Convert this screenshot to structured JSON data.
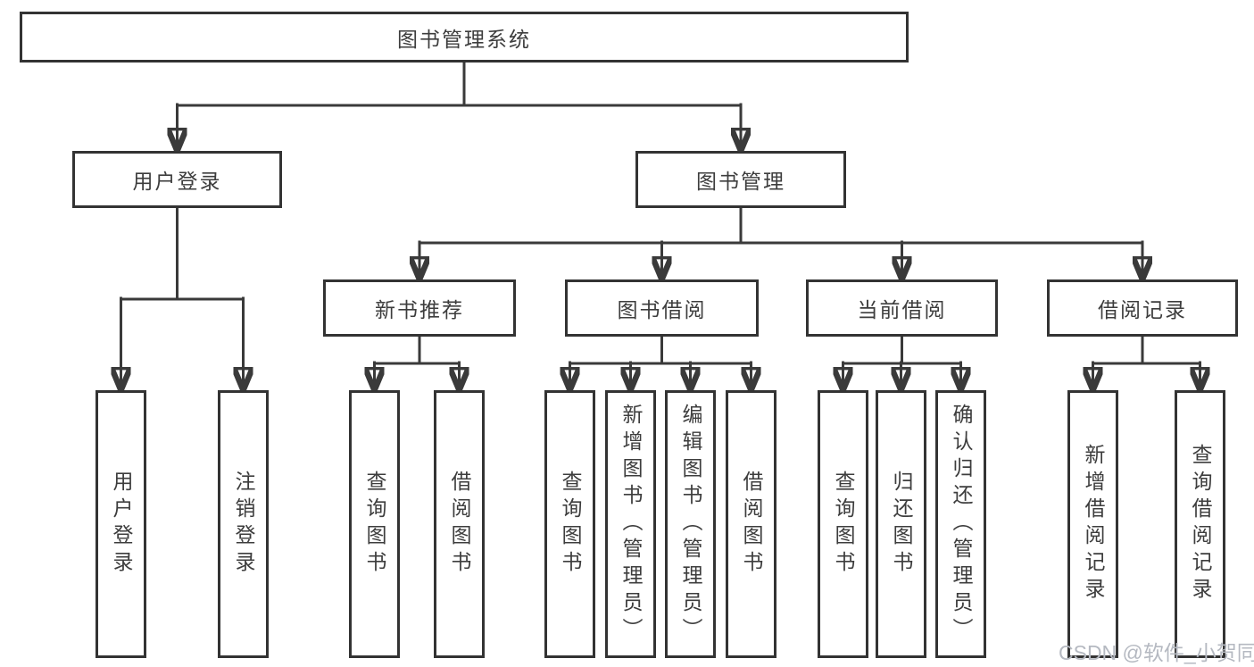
{
  "diagram": {
    "root": {
      "label": "图书管理系统"
    },
    "branches": [
      {
        "label": "用户登录",
        "children": [
          {
            "label": "用户登录"
          },
          {
            "label": "注销登录"
          }
        ]
      },
      {
        "label": "图书管理",
        "children": [
          {
            "label": "新书推荐",
            "children": [
              {
                "label": "查询图书"
              },
              {
                "label": "借阅图书"
              }
            ]
          },
          {
            "label": "图书借阅",
            "children": [
              {
                "label": "查询图书"
              },
              {
                "label": "新增图书（管理员）"
              },
              {
                "label": "编辑图书（管理员）"
              },
              {
                "label": "借阅图书"
              }
            ]
          },
          {
            "label": "当前借阅",
            "children": [
              {
                "label": "查询图书"
              },
              {
                "label": "归还图书"
              },
              {
                "label": "确认归还（管理员）"
              }
            ]
          },
          {
            "label": "借阅记录",
            "children": [
              {
                "label": "新增借阅记录"
              },
              {
                "label": "查询借阅记录"
              }
            ]
          }
        ]
      }
    ],
    "watermark": {
      "text": "CSDN @软件_小贺同学"
    },
    "colors": {
      "line": "#3a3a3a",
      "box_border": "#333333",
      "box_fill": "#ffffff",
      "text": "#3d3d3d",
      "background": "#ffffff",
      "watermark": "#b5b9c1"
    }
  }
}
